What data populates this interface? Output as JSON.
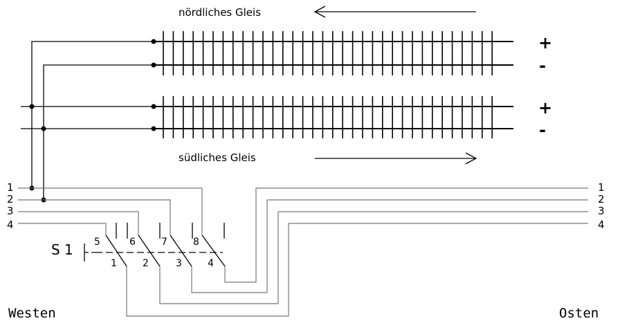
{
  "north_track": {
    "label": "nördliches Gleis",
    "plus": "+",
    "minus": "-"
  },
  "south_track": {
    "label": "südliches Gleis",
    "plus": "+",
    "minus": "-"
  },
  "bus": {
    "left_labels": [
      "1",
      "2",
      "3",
      "4"
    ],
    "right_labels": [
      "1",
      "2",
      "3",
      "4"
    ]
  },
  "switch": {
    "name": "S 1",
    "upper_contacts": [
      "5",
      "6",
      "7",
      "8"
    ],
    "lower_contacts": [
      "1",
      "2",
      "3",
      "4"
    ]
  },
  "west_label": "Westen",
  "east_label": "Osten"
}
